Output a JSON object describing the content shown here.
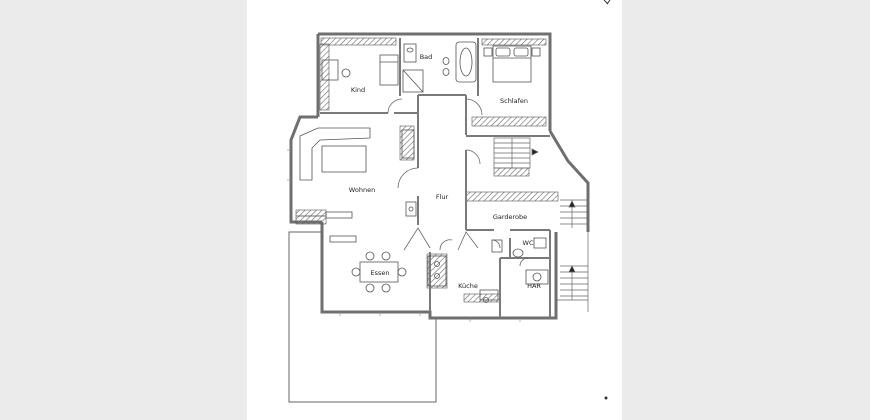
{
  "rooms": {
    "kind": "Kind",
    "bad": "Bad",
    "schlafen": "Schlafen",
    "wohnen": "Wohnen",
    "flur": "Flur",
    "garderobe": "Garderobe",
    "wc": "WC",
    "essen": "Essen",
    "kueche": "Küche",
    "har": "HAR"
  },
  "colors": {
    "wall": "#7a7a7a",
    "line": "#555555",
    "page": "#ffffff",
    "margin": "#ebebeb"
  }
}
